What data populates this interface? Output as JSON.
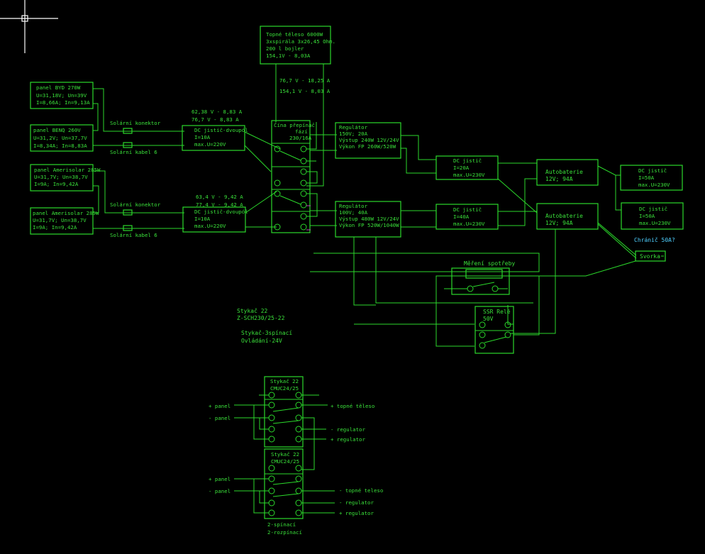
{
  "canvas": {
    "background": "#000000",
    "line_color": "#2bd82b",
    "note_color": "#4fd0ff",
    "cursor": "crosshair-cursor"
  },
  "heater": {
    "lines": [
      "Topné těleso 6000W",
      "3xspirála 3x26,45 Ohm.",
      "200 l bojler",
      "154,1V - 8,03A"
    ],
    "readings": [
      "76,7 V - 18,25 A",
      "154,1 V - 8,03 A"
    ]
  },
  "panels": [
    {
      "lines": [
        "panel BYD 270W",
        "U=31,18V; Un=39V",
        "I=8,66A; In=9,13A"
      ]
    },
    {
      "lines": [
        "panel BENQ 260V",
        "U=31,2V; Un=37,7V",
        "I=8,34A; In=8,83A"
      ]
    },
    {
      "lines": [
        "panel Amerisolar 285W",
        "U=31,7V; Un=38,7V",
        "I=9A; In=9,42A"
      ]
    },
    {
      "lines": [
        "panel Amerisolar 285W",
        "U=31,7V; Un=38,7V",
        "I=9A; In=9,42A"
      ]
    }
  ],
  "cables": {
    "connector": "Solární konektor",
    "cable": "Solární kabel 6"
  },
  "breakers_dual": [
    {
      "readings": [
        "62,38 V - 8,83 A",
        "76,7 V - 8,83 A"
      ],
      "lines": [
        "DC jistič-dvoupól",
        "I=10A",
        "max.U=220V"
      ]
    },
    {
      "readings": [
        "63,4 V - 9,42 A",
        "77,4 V - 9,42 A"
      ],
      "lines": [
        "DC jistič-dvoupól",
        "I=10A",
        "max.U=220V"
      ]
    }
  ],
  "phase_switch": {
    "lines": [
      "Čína přepínač",
      "fází",
      "230/16A"
    ]
  },
  "regulators": [
    {
      "lines": [
        "Regulátor",
        "150V; 20A",
        "Výstup 240W 12V/24V",
        "Výkon FP 260W/520W"
      ]
    },
    {
      "lines": [
        "Regulátor",
        "100V; 40A",
        "Výstup 480W 12V/24V",
        "Výkon FP 520W/1040W"
      ]
    }
  ],
  "dc_breakers": [
    {
      "lines": [
        "DC jistič",
        "I=20A",
        "max.U=230V"
      ]
    },
    {
      "lines": [
        "DC jistič",
        "I=40A",
        "max.U=230V"
      ]
    },
    {
      "lines": [
        "DC jistič",
        "I=50A",
        "max.U=230V"
      ]
    },
    {
      "lines": [
        "DC jistič",
        "I=50A",
        "max.U=230V"
      ]
    }
  ],
  "batteries": [
    {
      "lines": [
        "Autobaterie",
        "12V; 94A"
      ]
    },
    {
      "lines": [
        "Autobaterie",
        "12V; 94A"
      ]
    }
  ],
  "note_protector": "Chránič 50A?",
  "terminal": "Svorka",
  "metering": "Měření spotřeby",
  "ssr": {
    "lines": [
      "SSR Relé",
      "50V"
    ]
  },
  "contactor_note": {
    "lines": [
      "Stykač 22",
      "Z-SCH230/25-22",
      "",
      "Stykač-3spínací",
      "Ovládání-24V"
    ]
  },
  "contactor1": {
    "title": [
      "Stykač 22",
      "CMUC24/25"
    ],
    "left": [
      "+ panel",
      "- panel"
    ],
    "right": [
      "+ topné těleso",
      "- regulator",
      "+ regulator"
    ]
  },
  "contactor2": {
    "title": [
      "Stykač 22",
      "CMUC24/25"
    ],
    "left": [
      "+ panel",
      "- panel"
    ],
    "right": [
      "- topné teleso",
      "- regulator",
      "+ regulator"
    ],
    "footer": [
      "2-spínací",
      "2-rozpínací"
    ]
  }
}
